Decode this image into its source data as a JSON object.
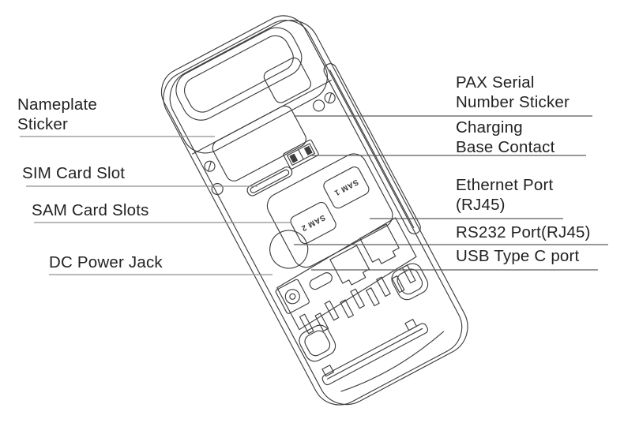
{
  "diagram": {
    "subject": "Payment terminal back view with labeled parts"
  },
  "labels": {
    "left": [
      {
        "id": "nameplate-sticker",
        "lines": [
          "Nameplate",
          "Sticker"
        ]
      },
      {
        "id": "sim-card-slot",
        "lines": [
          "SIM Card Slot"
        ]
      },
      {
        "id": "sam-card-slots",
        "lines": [
          "SAM Card Slots"
        ]
      },
      {
        "id": "dc-power-jack",
        "lines": [
          "DC Power Jack"
        ]
      }
    ],
    "right": [
      {
        "id": "pax-serial-number-sticker",
        "lines": [
          "PAX Serial",
          "Number Sticker"
        ]
      },
      {
        "id": "charging-base-contact",
        "lines": [
          "Charging",
          "Base Contact"
        ]
      },
      {
        "id": "ethernet-port",
        "lines": [
          "Ethernet Port",
          "(RJ45)"
        ]
      },
      {
        "id": "rs232-port",
        "lines": [
          "RS232 Port(RJ45)"
        ]
      },
      {
        "id": "usb-type-c-port",
        "lines": [
          "USB Type C port"
        ]
      }
    ]
  },
  "device_markings": {
    "sam1": "SAM 1",
    "sam2": "SAM 2"
  },
  "colors": {
    "background": "#ffffff",
    "outline": "#3d3d3d",
    "leader_left": "#8f8f8f",
    "leader_right": "#5a5a5a",
    "text": "#222222"
  }
}
